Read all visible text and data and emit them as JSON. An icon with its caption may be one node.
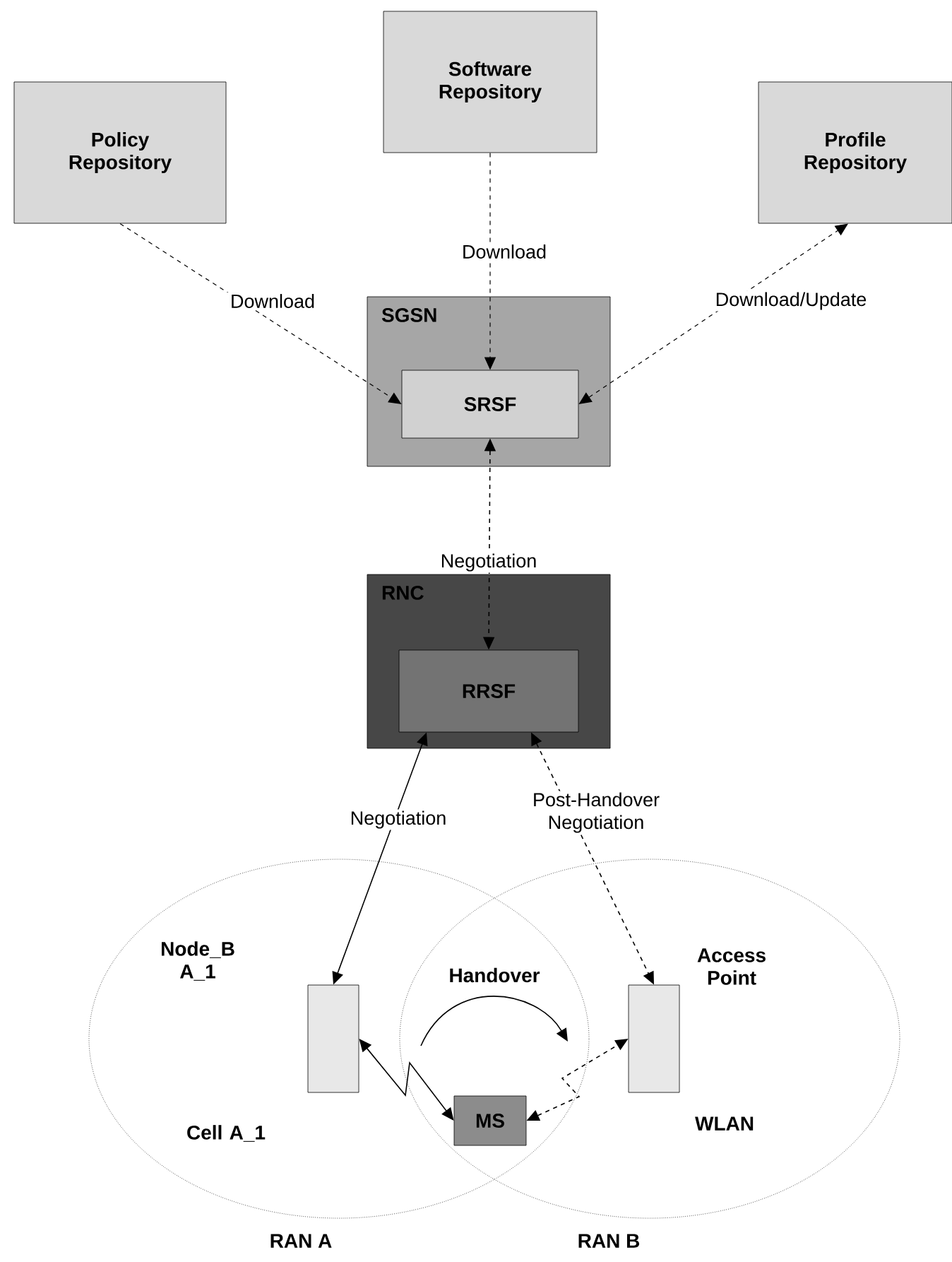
{
  "diagram": {
    "nodes": [
      {
        "text": [
          "Policy Repository"
        ]
      },
      {
        "text": [
          "Software Repository"
        ]
      },
      {
        "text": [
          "Profile Repository"
        ]
      },
      {
        "text": [
          "SGSN"
        ]
      },
      {
        "text": [
          "SRSF"
        ],
        "in": 3
      },
      {
        "text": [
          "RNC"
        ]
      },
      {
        "text": [
          "RRSF"
        ],
        "in": 5
      },
      {
        "text": [
          "Cell A_1"
        ],
        "beside": [
          "RAN A"
        ]
      },
      {
        "text": [
          "Node_B A_1"
        ],
        "in": 7
      },
      {
        "text": [
          "WLAN"
        ],
        "beside": [
          "RAN B"
        ]
      },
      {
        "text": [
          "Access Point"
        ],
        "in": 9
      },
      {
        "text": [
          "MS"
        ]
      }
    ],
    "edges": [
      {
        "from": 0,
        "to": 4,
        "arrow": "to",
        "label": "Download",
        "style": "dashed"
      },
      {
        "from": 1,
        "to": 4,
        "arrow": "to",
        "label": "Download",
        "style": "dashed"
      },
      {
        "from": 4,
        "to": 2,
        "arrow": "both",
        "label": "Download/Update",
        "style": "dashed"
      },
      {
        "from": 4,
        "to": 6,
        "arrow": "both",
        "label": "Negotiation",
        "style": "dashed"
      },
      {
        "from": 6,
        "to": 8,
        "arrow": "both",
        "label": "Negotiation"
      },
      {
        "from": 6,
        "to": 10,
        "arrow": "both",
        "label": "Post-Handover Negotiation",
        "style": "dashed"
      },
      {
        "from": 8,
        "to": 11,
        "arrow": "both"
      },
      {
        "from": 11,
        "to": 10,
        "arrow": "both",
        "style": "dashed"
      }
    ],
    "labels": [
      "Handover"
    ]
  }
}
